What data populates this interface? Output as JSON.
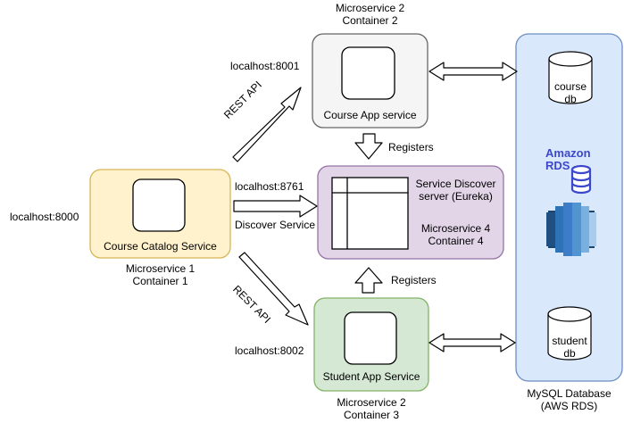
{
  "nodes": {
    "course_catalog": {
      "label": "Course Catalog Service",
      "caption_line1": "Microservice 1",
      "caption_line2": "Container 1",
      "host": "localhost:8000",
      "fill": "#fff2cc",
      "stroke": "#d6b656"
    },
    "course_app": {
      "label": "Course App service",
      "caption_line1": "Microservice 2",
      "caption_line2": "Container 2",
      "host": "localhost:8001",
      "fill": "#f5f5f5",
      "stroke": "#666666"
    },
    "service_discover": {
      "label_line1": "Service Discover",
      "label_line2": "server (Eureka)",
      "sub_line1": "Microservice 4",
      "sub_line2": "Container 4",
      "host": "localhost:8761",
      "fill": "#e1d5e7",
      "stroke": "#9673a6"
    },
    "student_app": {
      "label": "Student App Service",
      "caption_line1": "Microservice 2",
      "caption_line2": "Container 3",
      "host": "localhost:8002",
      "fill": "#d5e8d4",
      "stroke": "#82b366"
    },
    "database": {
      "caption_line1": "MySQL Database",
      "caption_line2": "(AWS RDS)",
      "course_db_line1": "course",
      "course_db_line2": "db",
      "student_db_line1": "student",
      "student_db_line2": "db",
      "rds_logo_line1": "Amazon",
      "rds_logo_line2": "RDS",
      "fill": "#dae8fc",
      "stroke": "#6c8ebf",
      "rds_color": "#3b48cc"
    }
  },
  "edges": {
    "rest_api_top": "REST API",
    "rest_api_bottom": "REST API",
    "discover_service": "Discover Service",
    "registers_top": "Registers",
    "registers_bottom": "Registers"
  }
}
